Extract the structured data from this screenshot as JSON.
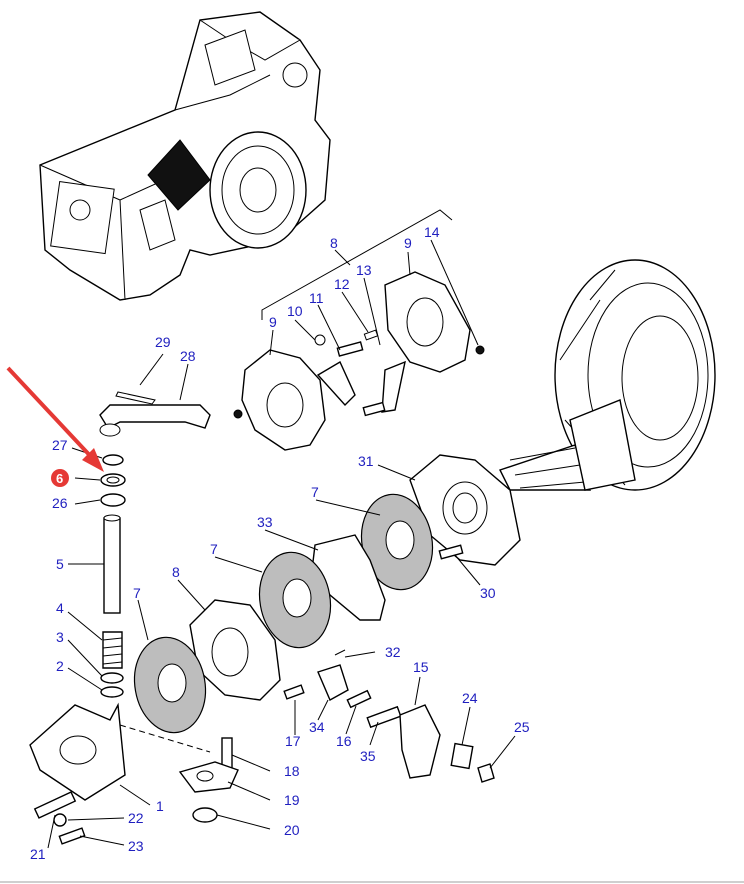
{
  "colors": {
    "label": "#1f1fbf",
    "highlight": "#e53935",
    "arrow": "#e53935",
    "line": "#000000"
  },
  "callouts": {
    "c1": "1",
    "c2": "2",
    "c3": "3",
    "c4": "4",
    "c5": "5",
    "c6": "6",
    "c7a": "7",
    "c7b": "7",
    "c7c": "7",
    "c8a": "8",
    "c8b": "8",
    "c9a": "9",
    "c9b": "9",
    "c10": "10",
    "c11": "11",
    "c12": "12",
    "c13": "13",
    "c14": "14",
    "c15": "15",
    "c16": "16",
    "c17": "17",
    "c18": "18",
    "c19": "19",
    "c20": "20",
    "c21": "21",
    "c22": "22",
    "c23": "23",
    "c24": "24",
    "c25": "25",
    "c26": "26",
    "c27": "27",
    "c28": "28",
    "c29": "29",
    "c30": "30",
    "c31": "31",
    "c32": "32",
    "c33": "33",
    "c34": "34",
    "c35": "35"
  },
  "highlighted_part": "6"
}
